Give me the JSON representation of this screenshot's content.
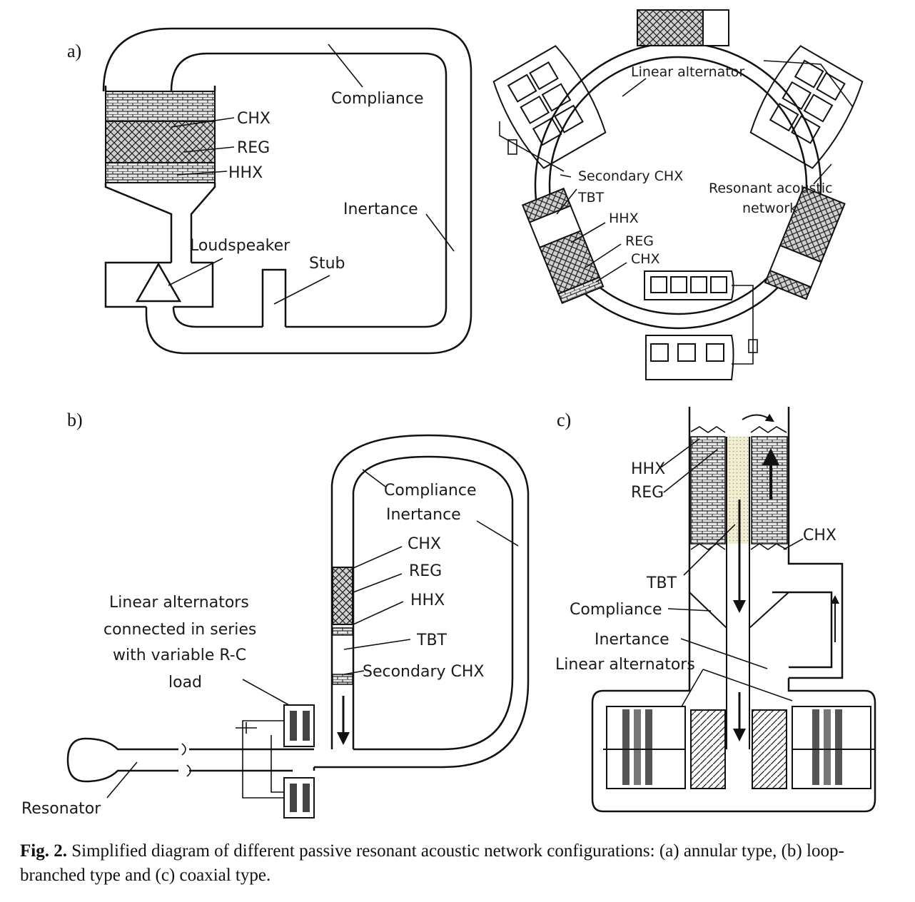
{
  "panels": {
    "a": {
      "tag": "a)",
      "compliance": "Compliance",
      "chx": "CHX",
      "reg": "REG",
      "hhx": "HHX",
      "inertance": "Inertance",
      "loudspeaker": "Loudspeaker",
      "stub": "Stub"
    },
    "a_right": {
      "linear_alternator": "Linear alternator",
      "secondary_chx": "Secondary CHX",
      "tbt": "TBT",
      "hhx": "HHX",
      "reg": "REG",
      "chx": "CHX",
      "resonant_line1": "Resonant acoustic",
      "resonant_line2": "network"
    },
    "b": {
      "tag": "b)",
      "compliance": "Compliance",
      "inertance": "Inertance",
      "chx": "CHX",
      "reg": "REG",
      "hhx": "HHX",
      "tbt": "TBT",
      "secondary_chx": "Secondary CHX",
      "la_line1": "Linear alternators",
      "la_line2": "connected in series",
      "la_line3": "with variable R-C",
      "la_line4": "load",
      "resonator": "Resonator"
    },
    "c": {
      "tag": "c)",
      "hhx": "HHX",
      "reg": "REG",
      "chx": "CHX",
      "tbt": "TBT",
      "compliance": "Compliance",
      "inertance": "Inertance",
      "linear_alternators": "Linear alternators"
    }
  },
  "caption": {
    "label": "Fig. 2.",
    "text": " Simplified diagram of different passive resonant acoustic network configurations: (a) annular type, (b) loop-branched type and (c) coaxial type."
  }
}
